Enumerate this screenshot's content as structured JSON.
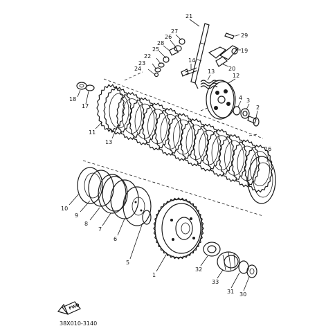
{
  "diagram": {
    "catalog_code": "38X010-3140",
    "fwd_label": "FWD",
    "callouts": [
      {
        "id": "1",
        "label": "1"
      },
      {
        "id": "2",
        "label": "2"
      },
      {
        "id": "3",
        "label": "3"
      },
      {
        "id": "4",
        "label": "4"
      },
      {
        "id": "5",
        "label": "5"
      },
      {
        "id": "6",
        "label": "6"
      },
      {
        "id": "7",
        "label": "7"
      },
      {
        "id": "8",
        "label": "8"
      },
      {
        "id": "9",
        "label": "9"
      },
      {
        "id": "10",
        "label": "10"
      },
      {
        "id": "11",
        "label": "11"
      },
      {
        "id": "12",
        "label": "12"
      },
      {
        "id": "13",
        "label": "13"
      },
      {
        "id": "13b",
        "label": "13"
      },
      {
        "id": "14",
        "label": "14"
      },
      {
        "id": "16",
        "label": "16"
      },
      {
        "id": "17",
        "label": "17"
      },
      {
        "id": "18",
        "label": "18"
      },
      {
        "id": "19",
        "label": "19"
      },
      {
        "id": "20",
        "label": "20"
      },
      {
        "id": "21",
        "label": "21"
      },
      {
        "id": "22",
        "label": "22"
      },
      {
        "id": "23",
        "label": "23"
      },
      {
        "id": "24",
        "label": "24"
      },
      {
        "id": "25",
        "label": "25"
      },
      {
        "id": "26",
        "label": "26"
      },
      {
        "id": "27",
        "label": "27"
      },
      {
        "id": "28",
        "label": "28"
      },
      {
        "id": "29",
        "label": "29"
      },
      {
        "id": "30",
        "label": "30"
      },
      {
        "id": "31",
        "label": "31"
      },
      {
        "id": "32",
        "label": "32"
      },
      {
        "id": "33",
        "label": "33"
      }
    ]
  }
}
